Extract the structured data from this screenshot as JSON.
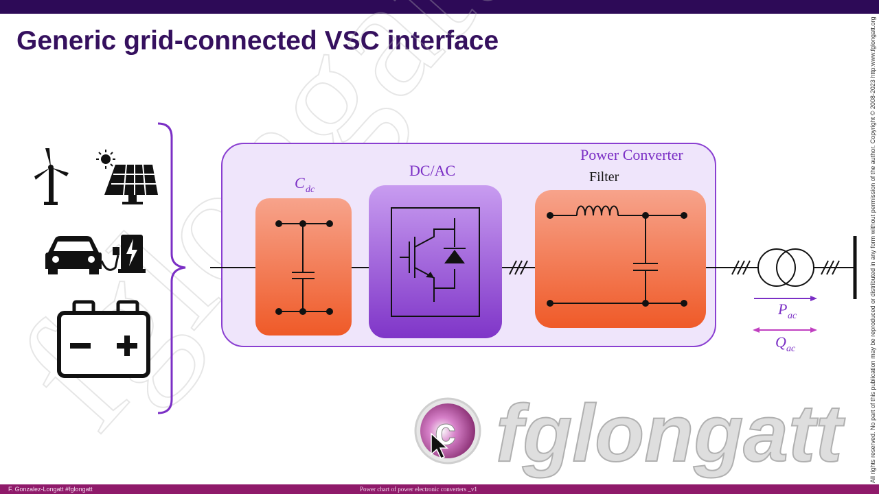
{
  "slide": {
    "title": "Generic grid-connected VSC interface",
    "footer_left": "F. Gonzalez-Longatt  #fglongatt",
    "footer_center": "Power chart of power electronic converters _v1",
    "side_note": "All rights reserved. No part of this publication may be reproduced or distributed in any form without permission of the author. Copyright © 2008-2023  http:www.fglongatt.org",
    "watermark_text": "fglongatt"
  },
  "diagram": {
    "converter_label": "Power Converter",
    "capacitor_label_main": "C",
    "capacitor_label_sub": "dc",
    "inverter_label": "DC/AC",
    "filter_label": "Filter",
    "p_main": "P",
    "p_sub": "ac",
    "q_main": "Q",
    "q_sub": "ac"
  },
  "sources": [
    {
      "icon": "wind-turbine-icon"
    },
    {
      "icon": "solar-panel-icon"
    },
    {
      "icon": "electric-vehicle-charging-icon"
    },
    {
      "icon": "battery-icon"
    }
  ],
  "colors": {
    "header": "#2d0a57",
    "title": "#35105e",
    "footer": "#8f1a6a",
    "converter_fill": "#efe5fb",
    "converter_border": "#8a3fd1",
    "orange_block": "#f2683f",
    "purple_block": "#8a3fd1",
    "accent": "#8a2be2",
    "q_arrow": "#c03fc0"
  }
}
